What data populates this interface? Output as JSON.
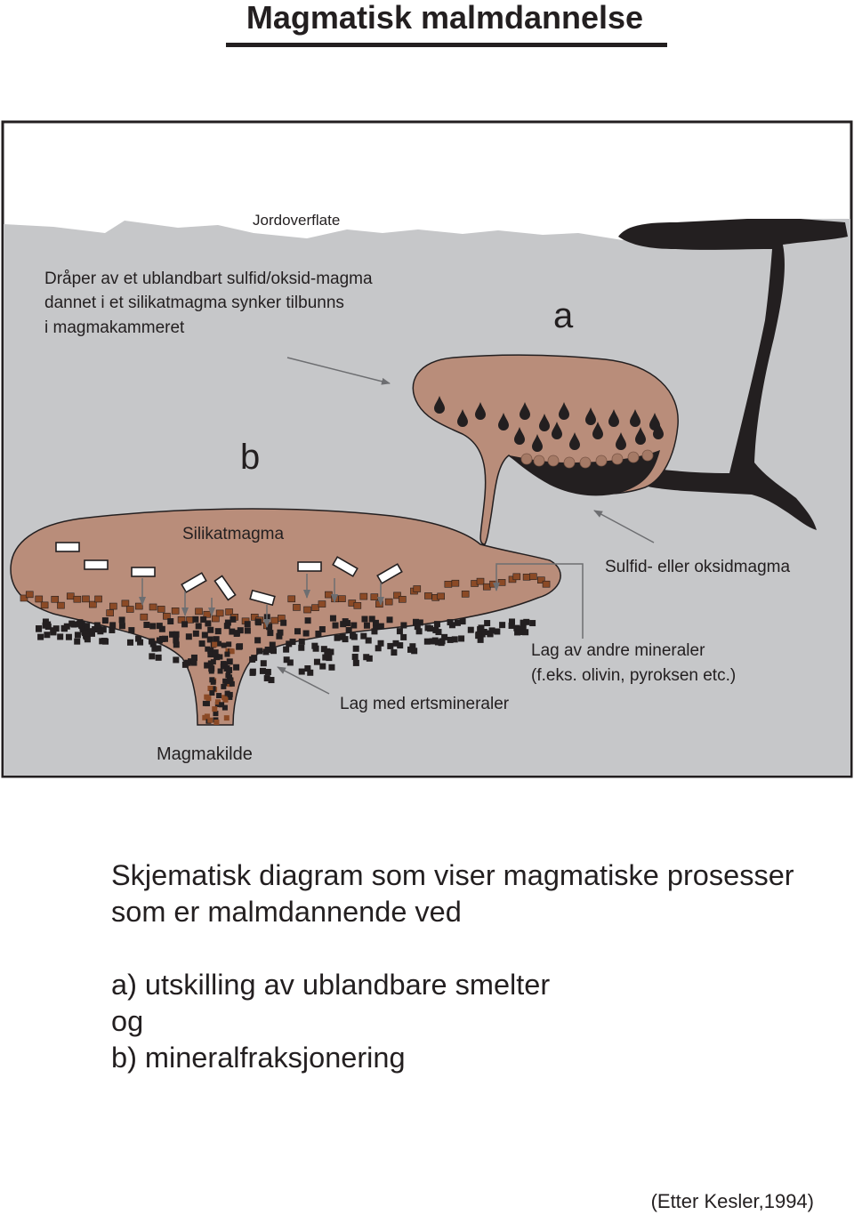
{
  "title": "Magmatisk malmdannelse",
  "diagram": {
    "labels": {
      "surface": "Jordoverflate",
      "droplets_line1": "Dråper av et ublandbart sulfid/oksid-magma",
      "droplets_line2": "dannet i et silikatmagma synker tilbunns",
      "droplets_line3": "i magmakammeret",
      "a": "a",
      "b": "b",
      "silicate": "Silikatmagma",
      "sulfide": "Sulfid- eller oksidmagma",
      "other_minerals_line1": "Lag av andre mineraler",
      "other_minerals_line2": "(f.eks. olivin, pyroksen etc.)",
      "ore_layer": "Lag med ertsmineraler",
      "source": "Magmakilde"
    },
    "colors": {
      "rock": "#c6c7c9",
      "magma": "#b98d7a",
      "sulfide": "#231f20",
      "ore_brown": "#8b4a26",
      "arrow": "#6d6e71"
    }
  },
  "caption": {
    "line1": "Skjematisk diagram som viser magmatiske prosesser",
    "line2": "som er malmdannende ved",
    "line3": "a) utskilling av ublandbare smelter",
    "line4": "og",
    "line5": "b) mineralfraksjonering"
  },
  "credit": "(Etter Kesler,1994)"
}
